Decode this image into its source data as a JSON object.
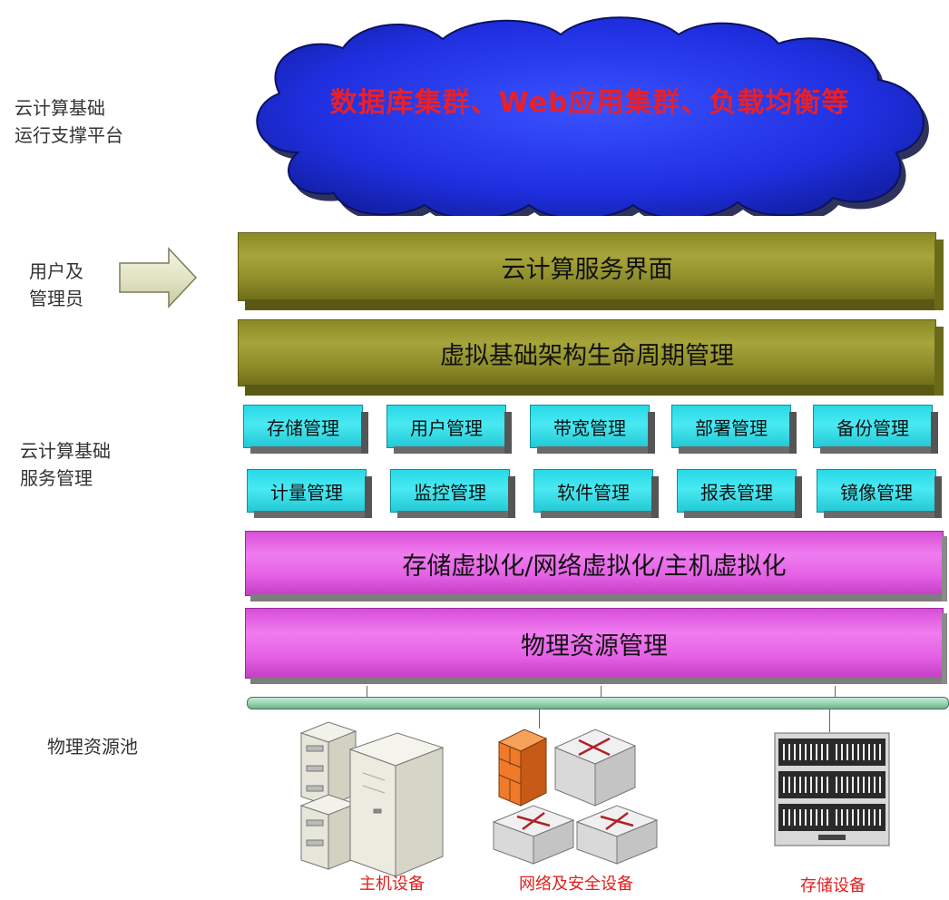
{
  "side_labels": {
    "platform": [
      "云计算基础",
      "运行支撑平台"
    ],
    "users": [
      "用户及",
      "管理员"
    ],
    "service_mgmt": [
      "云计算基础",
      "服务管理"
    ],
    "pool": [
      "物理资源池"
    ]
  },
  "cloud": {
    "text": "数据库集群、Web应用集群、负载均衡等"
  },
  "layers": {
    "service_ui": "云计算服务界面",
    "lifecycle": "虚拟基础架构生命周期管理",
    "virtualization": "存储虚拟化/网络虚拟化/主机虚拟化",
    "physical_mgmt": "物理资源管理"
  },
  "modules_row1": [
    "存储管理",
    "用户管理",
    "带宽管理",
    "部署管理",
    "备份管理"
  ],
  "modules_row2": [
    "计量管理",
    "监控管理",
    "软件管理",
    "报表管理",
    "镜像管理"
  ],
  "devices": {
    "host": "主机设备",
    "network": "网络及安全设备",
    "storage": "存储设备"
  },
  "colors": {
    "cloud_fill": "#1f2fe0",
    "cloud_text": "#e8202a",
    "olive": "#a6a43a",
    "cyan": "#3fe0ec",
    "magenta": "#f07cf0",
    "device_label": "#e0201e"
  }
}
